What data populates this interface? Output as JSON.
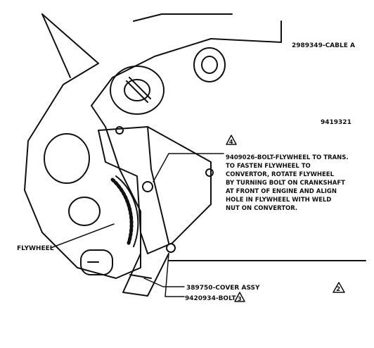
{
  "labels": {
    "cable": "2989349-CABLE A",
    "part_no": "9419321",
    "bolt_note_line1": "9409026-BOLT-FLYWHEEL TO TRANS.",
    "bolt_note_line2": "TO FASTEN FLYWHEEL TO",
    "bolt_note_line3": "CONVERTOR, ROTATE FLYWHEEL",
    "bolt_note_line4": "BY TURNING BOLT ON CRANKSHAFT",
    "bolt_note_line5": "AT FRONT OF ENGINE AND ALIGN",
    "bolt_note_line6": "HOLE IN FLYWHEEL WITH WELD",
    "bolt_note_line7": "NUT ON CONVERTOR.",
    "flywheel": "FLYWHEEL",
    "cover_assy": "389750-COVER ASSY",
    "cover_bolt": "9420934-BOLT"
  },
  "callouts": {
    "bolt_note": "4",
    "cover_bolt": "3",
    "sheet": "2"
  }
}
